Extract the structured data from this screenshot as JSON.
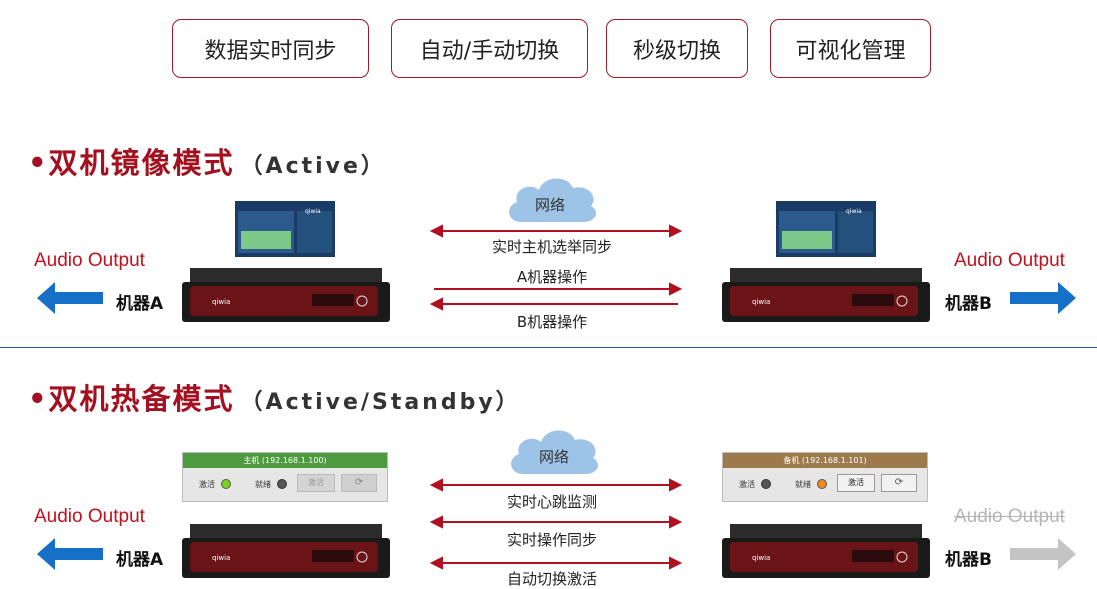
{
  "features": [
    "数据实时同步",
    "自动/手动切换",
    "秒级切换",
    "可视化管理"
  ],
  "sections": [
    {
      "title": "•双机镜像模式",
      "subtitle": "（Active）",
      "network_label": "网络",
      "links": [
        "实时主机选举同步",
        "A机器操作",
        "B机器操作"
      ],
      "left": {
        "audio": "Audio Output",
        "machine": "机器A"
      },
      "right": {
        "audio": "Audio Output",
        "machine": "机器B"
      }
    },
    {
      "title": "•双机热备模式",
      "subtitle": "（Active/Standby）",
      "network_label": "网络",
      "links": [
        "实时心跳监测",
        "实时操作同步",
        "自动切换激活"
      ],
      "left": {
        "audio": "Audio Output",
        "machine": "机器A",
        "panel_title": "主机 (192.168.1.100)",
        "activate": "激活",
        "ready": "就绪",
        "button": "激活"
      },
      "right": {
        "audio": "Audio Output",
        "machine": "机器B",
        "panel_title": "备机 (192.168.1.101)",
        "activate": "激活",
        "ready": "就绪",
        "button": "激活"
      }
    }
  ],
  "device_brand": "qiwia",
  "colors": {
    "accent": "#a3101f",
    "arrow_blue": "#1670c8",
    "arrow_gray": "#c4c4c4",
    "primary_panel_header": "#4e9a3e",
    "standby_panel_header": "#9c7a4b",
    "cloud": "#9dc3e6",
    "link_arrow": "#b01020"
  }
}
